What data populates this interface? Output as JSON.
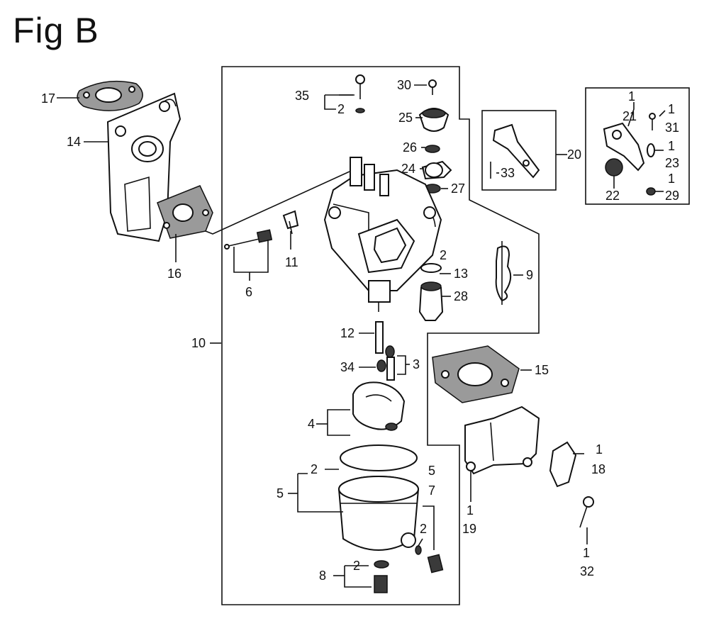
{
  "figure": {
    "title": "Fig B"
  },
  "callouts": [
    {
      "id": "c17",
      "text": "17"
    },
    {
      "id": "c14",
      "text": "14"
    },
    {
      "id": "c16",
      "text": "16"
    },
    {
      "id": "c35",
      "text": "35"
    },
    {
      "id": "c35q",
      "text": "2"
    },
    {
      "id": "c30",
      "text": "30"
    },
    {
      "id": "c25",
      "text": "25"
    },
    {
      "id": "c26",
      "text": "26"
    },
    {
      "id": "c24",
      "text": "24"
    },
    {
      "id": "c27",
      "text": "27"
    },
    {
      "id": "c33",
      "text": "33"
    },
    {
      "id": "c20",
      "text": "20"
    },
    {
      "id": "c21q",
      "text": "1"
    },
    {
      "id": "c21",
      "text": "21"
    },
    {
      "id": "c31q",
      "text": "1"
    },
    {
      "id": "c31",
      "text": "31"
    },
    {
      "id": "c23q",
      "text": "1"
    },
    {
      "id": "c23",
      "text": "23"
    },
    {
      "id": "c22",
      "text": "22"
    },
    {
      "id": "c29q",
      "text": "1"
    },
    {
      "id": "c29",
      "text": "29"
    },
    {
      "id": "c11",
      "text": "11"
    },
    {
      "id": "c6",
      "text": "6"
    },
    {
      "id": "c13q",
      "text": "2"
    },
    {
      "id": "c13",
      "text": "13"
    },
    {
      "id": "c28",
      "text": "28"
    },
    {
      "id": "c9",
      "text": "9"
    },
    {
      "id": "c10",
      "text": "10"
    },
    {
      "id": "c12",
      "text": "12"
    },
    {
      "id": "c34",
      "text": "34"
    },
    {
      "id": "c3",
      "text": "3"
    },
    {
      "id": "c15",
      "text": "15"
    },
    {
      "id": "c4",
      "text": "4"
    },
    {
      "id": "c5q",
      "text": "2"
    },
    {
      "id": "c5",
      "text": "5"
    },
    {
      "id": "c5r",
      "text": "5"
    },
    {
      "id": "c7",
      "text": "7"
    },
    {
      "id": "c7q",
      "text": "2"
    },
    {
      "id": "c18q",
      "text": "1"
    },
    {
      "id": "c18",
      "text": "18"
    },
    {
      "id": "c19q",
      "text": "1"
    },
    {
      "id": "c19",
      "text": "19"
    },
    {
      "id": "c8q",
      "text": "2"
    },
    {
      "id": "c8",
      "text": "8"
    },
    {
      "id": "c32q",
      "text": "1"
    },
    {
      "id": "c32",
      "text": "32"
    }
  ]
}
